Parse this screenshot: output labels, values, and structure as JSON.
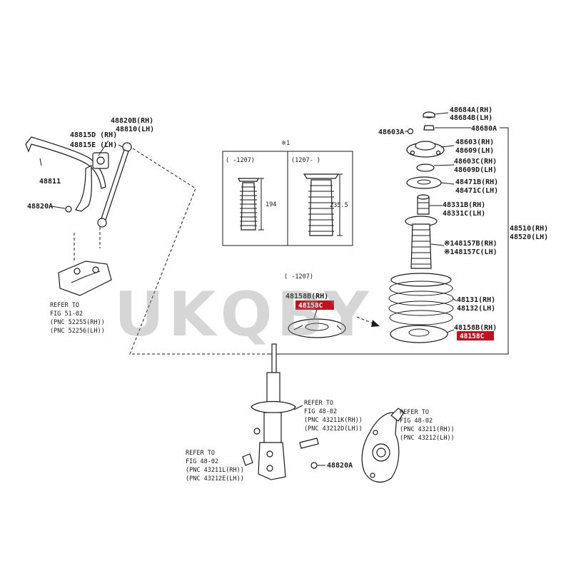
{
  "sway_bar": {
    "bar_label": "48811",
    "bushing_labels": [
      "48815D (RH)",
      "48815E (LH)"
    ],
    "link_labels": [
      "48820B(RH)",
      "48810(LH)"
    ],
    "nut_label": "48820A",
    "refer": [
      "REFER TO",
      "FIG 51-02",
      "(PNC 52255(RH))",
      "(PNC 52256(LH))"
    ]
  },
  "boot_inset": {
    "mark": "※1",
    "left_header": "(  -1207)",
    "right_header": "(1207-  )",
    "dim_left": "194",
    "dim_right": "235.5"
  },
  "seat_inset": {
    "header": "(  -1207)",
    "labels": [
      "48158B(RH)"
    ],
    "highlight": "48158C"
  },
  "strut_stack": {
    "labels": [
      {
        "lines": [
          "48684A(RH)",
          "48684B(LH)"
        ]
      },
      {
        "lines": [
          "48680A"
        ]
      },
      {
        "lines": [
          "48603A"
        ]
      },
      {
        "lines": [
          "48603(RH)",
          "48609(LH)"
        ]
      },
      {
        "lines": [
          "48603C(RH)",
          "48609D(LH)"
        ]
      },
      {
        "lines": [
          "48471B(RH)",
          "48471C(LH)"
        ]
      },
      {
        "lines": [
          "48331B(RH)",
          "48331C(LH)"
        ]
      },
      {
        "lines": [
          "※148157B(RH)",
          "※148157C(LH)"
        ]
      },
      {
        "lines": [
          "48131(RH)",
          "48132(LH)"
        ]
      },
      {
        "lines": [
          "48158B(RH)"
        ]
      }
    ],
    "lower_seat_highlight": "48158C",
    "assembly_labels": [
      "48510(RH)",
      "48520(LH)"
    ]
  },
  "strut_refs": {
    "upper": [
      "REFER TO",
      "FIG 48-02",
      "(PNC 43211K(RH))",
      "(PNC 43212D(LH))"
    ],
    "lower": [
      "REFER TO",
      "FIG 48-02",
      "(PNC 43211L(RH))",
      "(PNC 43212E(LH))"
    ],
    "bolt_label": "48820A"
  },
  "knuckle_ref": [
    "REFER TO",
    "FIG 48-02",
    "(PNC 43211(RH))",
    "(PNC 43212(LH))"
  ],
  "watermark": "UKQBY",
  "colors": {
    "highlight": "#c1121f",
    "line": "#1a1a1a",
    "watermark": "#8c8c8c"
  }
}
